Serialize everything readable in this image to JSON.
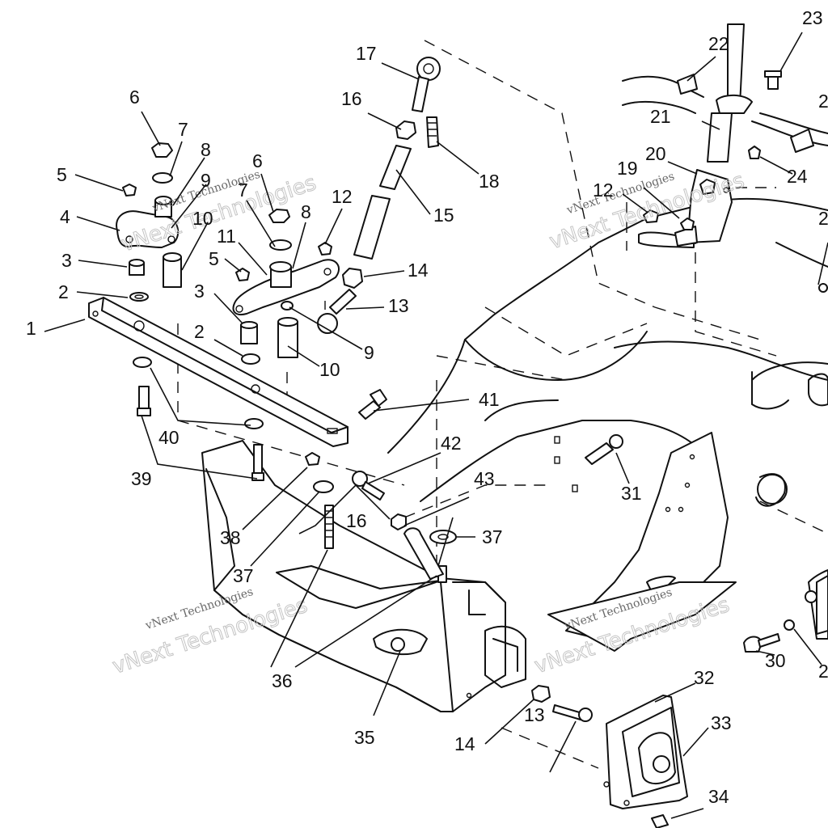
{
  "watermark": {
    "small_text": "vNext Technologies",
    "large_text": "vNext Technologies"
  },
  "callouts": [
    {
      "id": "c1",
      "text": "1"
    },
    {
      "id": "c2a",
      "text": "2"
    },
    {
      "id": "c2b",
      "text": "2"
    },
    {
      "id": "c3a",
      "text": "3"
    },
    {
      "id": "c3b",
      "text": "3"
    },
    {
      "id": "c4",
      "text": "4"
    },
    {
      "id": "c5a",
      "text": "5"
    },
    {
      "id": "c5b",
      "text": "5"
    },
    {
      "id": "c6a",
      "text": "6"
    },
    {
      "id": "c6b",
      "text": "6"
    },
    {
      "id": "c7a",
      "text": "7"
    },
    {
      "id": "c7b",
      "text": "7"
    },
    {
      "id": "c8a",
      "text": "8"
    },
    {
      "id": "c8b",
      "text": "8"
    },
    {
      "id": "c9a",
      "text": "9"
    },
    {
      "id": "c9b",
      "text": "9"
    },
    {
      "id": "c10a",
      "text": "10"
    },
    {
      "id": "c10b",
      "text": "10"
    },
    {
      "id": "c11",
      "text": "11"
    },
    {
      "id": "c12a",
      "text": "12"
    },
    {
      "id": "c12b",
      "text": "12"
    },
    {
      "id": "c13a",
      "text": "13"
    },
    {
      "id": "c13b",
      "text": "13"
    },
    {
      "id": "c14a",
      "text": "14"
    },
    {
      "id": "c14b",
      "text": "14"
    },
    {
      "id": "c15",
      "text": "15"
    },
    {
      "id": "c16a",
      "text": "16"
    },
    {
      "id": "c16b",
      "text": "16"
    },
    {
      "id": "c17",
      "text": "17"
    },
    {
      "id": "c18",
      "text": "18"
    },
    {
      "id": "c19",
      "text": "19"
    },
    {
      "id": "c20",
      "text": "20"
    },
    {
      "id": "c21",
      "text": "21"
    },
    {
      "id": "c22",
      "text": "22"
    },
    {
      "id": "c23",
      "text": "23"
    },
    {
      "id": "c24",
      "text": "24"
    },
    {
      "id": "c2x",
      "text": "2"
    },
    {
      "id": "c2y",
      "text": "2"
    },
    {
      "id": "c2z",
      "text": "2"
    },
    {
      "id": "c30",
      "text": "30"
    },
    {
      "id": "c31",
      "text": "31"
    },
    {
      "id": "c32",
      "text": "32"
    },
    {
      "id": "c33",
      "text": "33"
    },
    {
      "id": "c34",
      "text": "34"
    },
    {
      "id": "c35",
      "text": "35"
    },
    {
      "id": "c36",
      "text": "36"
    },
    {
      "id": "c37a",
      "text": "37"
    },
    {
      "id": "c37b",
      "text": "37"
    },
    {
      "id": "c38",
      "text": "38"
    },
    {
      "id": "c39",
      "text": "39"
    },
    {
      "id": "c40",
      "text": "40"
    },
    {
      "id": "c41",
      "text": "41"
    },
    {
      "id": "c42",
      "text": "42"
    },
    {
      "id": "c43",
      "text": "43"
    }
  ]
}
